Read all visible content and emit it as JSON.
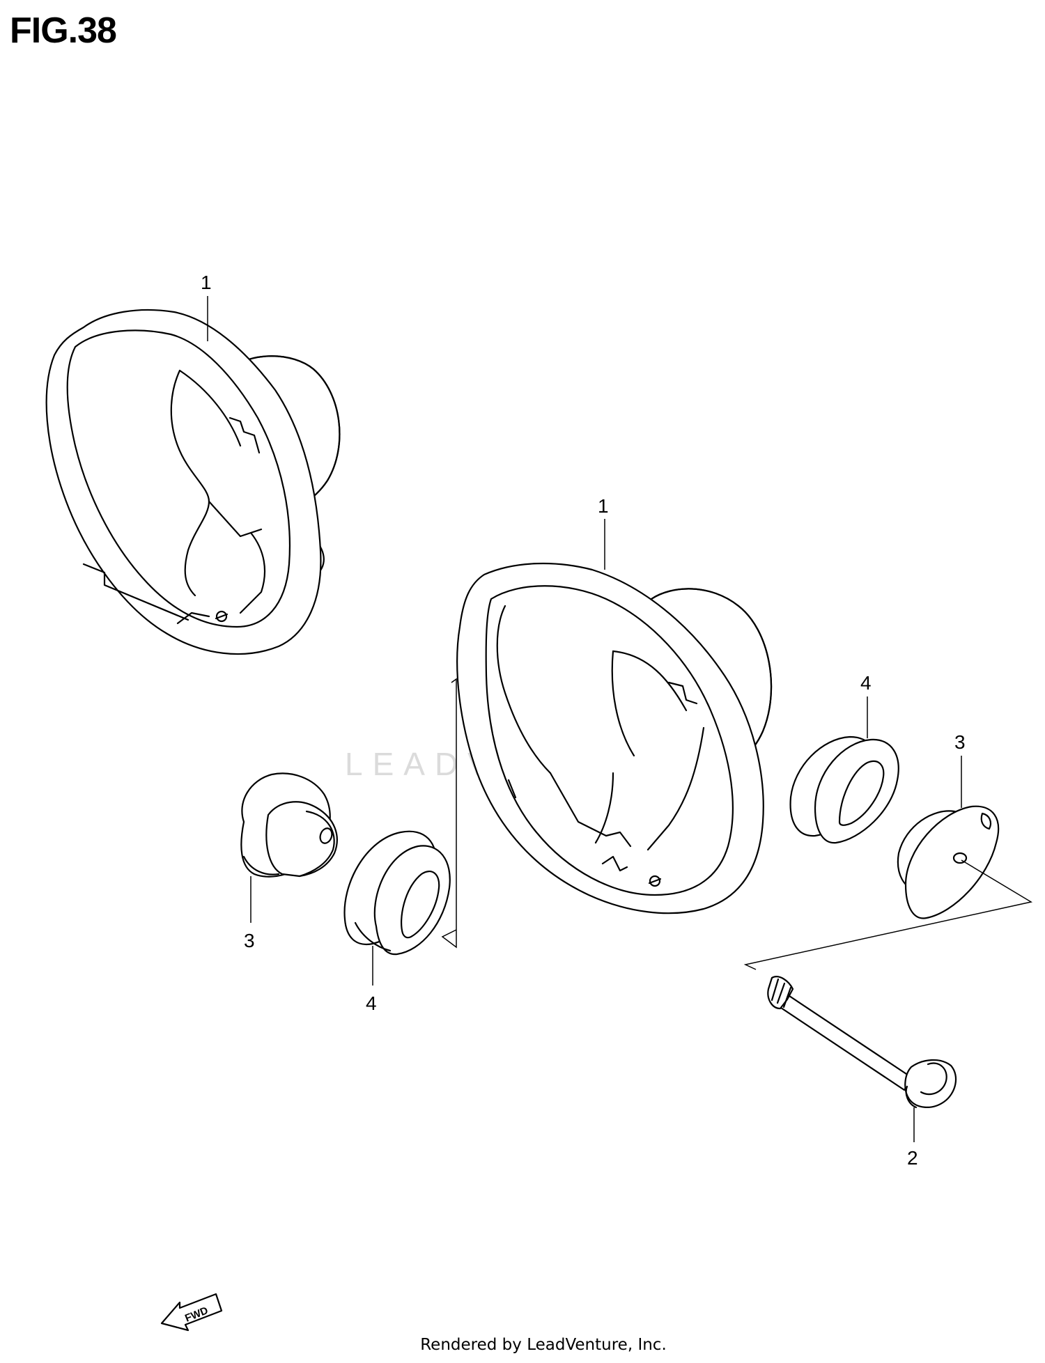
{
  "figure": {
    "title": "FIG.38"
  },
  "callouts": [
    {
      "id": "c-1a",
      "label": "1"
    },
    {
      "id": "c-1b",
      "label": "1"
    },
    {
      "id": "c-4a",
      "label": "4"
    },
    {
      "id": "c-3a",
      "label": "3"
    },
    {
      "id": "c-3b",
      "label": "3"
    },
    {
      "id": "c-4b",
      "label": "4"
    },
    {
      "id": "c-2",
      "label": "2"
    }
  ],
  "direction_marker": {
    "label": "FWD",
    "icon": "fwd-arrow-icon"
  },
  "watermark": {
    "text": "LEADVENTURE"
  },
  "footer": {
    "credit": "Rendered by LeadVenture, Inc."
  },
  "colors": {
    "line": "#000000",
    "background": "#ffffff",
    "watermark": "#d8d8d8"
  }
}
